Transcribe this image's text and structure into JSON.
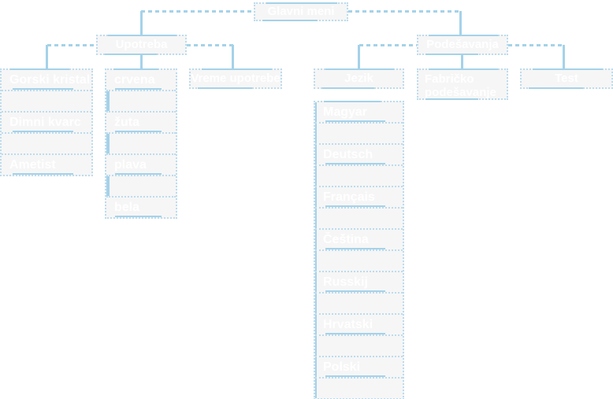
{
  "colors": {
    "accent": "#a5d2e9",
    "dotted": "#bcdcee",
    "node_fill": "#f6f6f6",
    "text": "#ffffff",
    "background": "#ffffff"
  },
  "nodes": {
    "root": "Glavni meni",
    "branch_left": "Upotreba",
    "branch_right": "Podešavanja",
    "vreme": "Vreme upotrebe",
    "jezik": "Jezik",
    "fabricko": "Fabričko podešavanje",
    "test": "Test"
  },
  "crystal_list": {
    "items": [
      "Gorski kristal",
      "Dimni kvarc",
      "Ametist"
    ]
  },
  "color_list": {
    "items": [
      "crvena",
      "žuta",
      "plava",
      "bela"
    ]
  },
  "language_list": {
    "items": [
      "Magyar",
      "Deutsch",
      "Français",
      "Čeština",
      "Russkij",
      "Hrvatski",
      "Polski"
    ]
  }
}
